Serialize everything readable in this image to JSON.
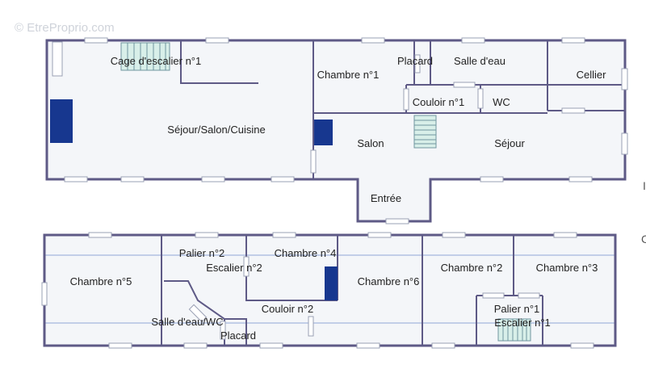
{
  "watermark": "© EtreProprio.com",
  "colors": {
    "wall": "#5e5a86",
    "room_fill": "#f4f6f9",
    "heater": "#17378f",
    "stairs": "#d8efe9"
  },
  "ground_floor": {
    "cage_escalier": "Cage d'escalier n°1",
    "sejour_salon_cuisine": "Séjour/Salon/Cuisine",
    "chambre_1": "Chambre n°1",
    "placard": "Placard",
    "salle_eau": "Salle d'eau",
    "cellier": "Cellier",
    "couloir_1": "Couloir n°1",
    "wc": "WC",
    "salon": "Salon",
    "sejour": "Séjour",
    "entree": "Entrée"
  },
  "upper_floor": {
    "chambre_5": "Chambre n°5",
    "palier_2": "Palier n°2",
    "escalier_2": "Escalier n°2",
    "chambre_4": "Chambre n°4",
    "chambre_6": "Chambre n°6",
    "chambre_2": "Chambre n°2",
    "chambre_3": "Chambre n°3",
    "couloir_2": "Couloir n°2",
    "salle_eau_wc": "Salle d'eau/WC",
    "placard": "Placard",
    "palier_1": "Palier n°1",
    "escalier_1": "Escalier n°1"
  },
  "edge_marks": [
    "I",
    "C"
  ]
}
